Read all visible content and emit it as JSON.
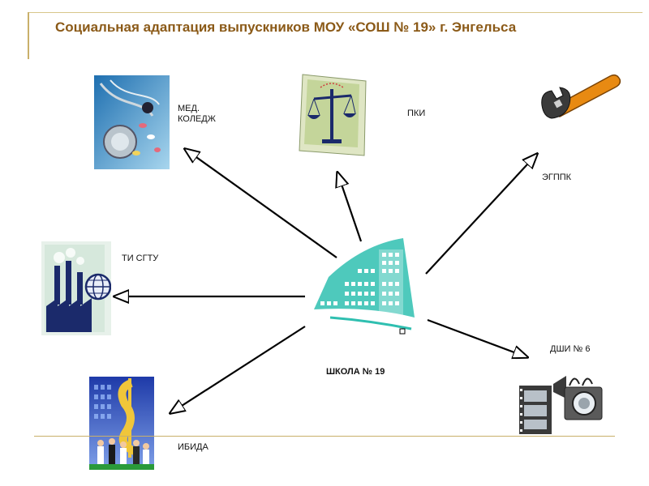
{
  "title": "Социальная адаптация выпускников МОУ «СОШ № 19» г. Энгельса",
  "center": {
    "label": "ШКОЛА № 19"
  },
  "nodes": {
    "med": {
      "label_line1": "МЕД.",
      "label_line2": "КОЛЕДЖ"
    },
    "pki": {
      "label": "ПКИ"
    },
    "egppk": {
      "label": "ЭГППК"
    },
    "tisgtu": {
      "label": "ТИ СГТУ"
    },
    "dshi": {
      "label": "ДШИ № 6"
    },
    "ibida": {
      "label": "ИБИДА"
    }
  },
  "icons": [
    "stethoscope-pills-image",
    "scales-of-justice-image",
    "wrench-icon",
    "factory-globe-image",
    "film-camera-image",
    "business-dollar-image",
    "school-building-image"
  ],
  "colors": {
    "title": "#8b5a18",
    "accent_teal": "#2fbfb0",
    "rule": "#c9b06a"
  }
}
